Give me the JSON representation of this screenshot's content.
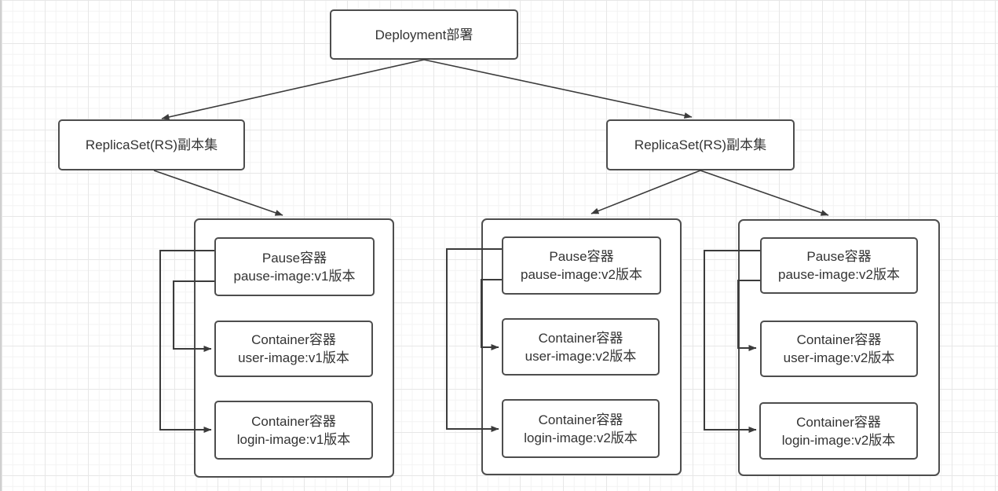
{
  "colors": {
    "canvas-bg": "#ffffff",
    "grid-minor": "#f3f3f3",
    "grid-major": "#e7e7e7",
    "node-border": "#4d4d4d",
    "node-bg": "#ffffff",
    "line": "#3b3b3b",
    "text": "#333333"
  },
  "nodes": {
    "deployment": {
      "label": "Deployment部署"
    },
    "rs_left": {
      "label": "ReplicaSet(RS)副本集"
    },
    "rs_right": {
      "label": "ReplicaSet(RS)副本集"
    }
  },
  "pods": [
    {
      "containers": [
        {
          "line1": "Pause容器",
          "line2": "pause-image:v1版本"
        },
        {
          "line1": "Container容器",
          "line2": "user-image:v1版本"
        },
        {
          "line1": "Container容器",
          "line2": "login-image:v1版本"
        }
      ]
    },
    {
      "containers": [
        {
          "line1": "Pause容器",
          "line2": "pause-image:v2版本"
        },
        {
          "line1": "Container容器",
          "line2": "user-image:v2版本"
        },
        {
          "line1": "Container容器",
          "line2": "login-image:v2版本"
        }
      ]
    },
    {
      "containers": [
        {
          "line1": "Pause容器",
          "line2": "pause-image:v2版本"
        },
        {
          "line1": "Container容器",
          "line2": "user-image:v2版本"
        },
        {
          "line1": "Container容器",
          "line2": "login-image:v2版本"
        }
      ]
    }
  ],
  "edges": [
    {
      "from": "deployment",
      "to": "replicaset-left"
    },
    {
      "from": "deployment",
      "to": "replicaset-right"
    },
    {
      "from": "replicaset-left",
      "to": "pod-1"
    },
    {
      "from": "replicaset-right",
      "to": "pod-2"
    },
    {
      "from": "replicaset-right",
      "to": "pod-3"
    },
    {
      "from": "pod-1-pause",
      "to": "pod-1-user"
    },
    {
      "from": "pod-1-pause",
      "to": "pod-1-login"
    },
    {
      "from": "pod-2-pause",
      "to": "pod-2-user"
    },
    {
      "from": "pod-2-pause",
      "to": "pod-2-login"
    },
    {
      "from": "pod-3-pause",
      "to": "pod-3-user"
    },
    {
      "from": "pod-3-pause",
      "to": "pod-3-login"
    }
  ]
}
